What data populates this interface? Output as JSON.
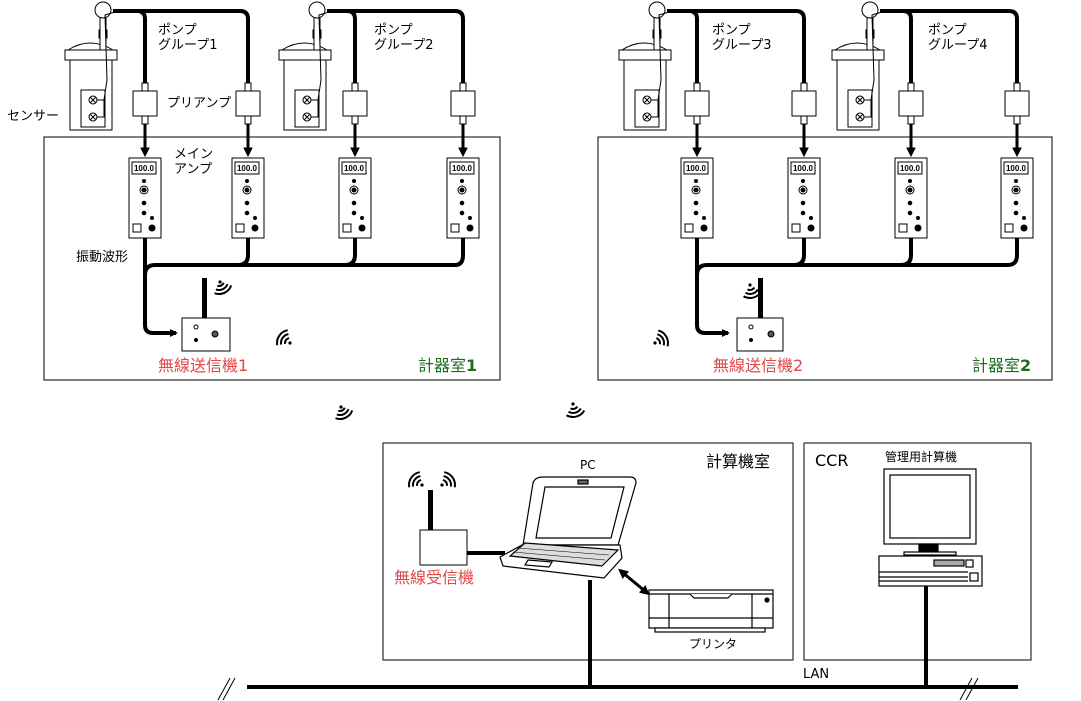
{
  "rooms": {
    "room1": {
      "label": "計器室",
      "number": "1"
    },
    "room2": {
      "label": "計器室",
      "number": "2"
    },
    "computer_room": {
      "label": "計算機室"
    },
    "ccr": {
      "label": "CCR"
    }
  },
  "pump_groups": [
    {
      "line1": "ポンプ",
      "line2": "グループ1"
    },
    {
      "line1": "ポンプ",
      "line2": "グループ2"
    },
    {
      "line1": "ポンプ",
      "line2": "グループ3"
    },
    {
      "line1": "ポンプ",
      "line2": "グループ4"
    }
  ],
  "labels": {
    "sensor": "センサー",
    "preamp": "プリアンプ",
    "main_amp_line1": "メイン",
    "main_amp_line2": "アンプ",
    "vibration_waveform": "振動波形",
    "transmitter1": "無線送信機",
    "transmitter1_num": "1",
    "transmitter2": "無線送信機",
    "transmitter2_num": "2",
    "receiver": "無線受信機",
    "pc": "PC",
    "printer": "プリンタ",
    "mgmt_computer": "管理用計算機",
    "lan": "LAN"
  },
  "amp_display_value": "100.0",
  "colors": {
    "wireless_label": "#e04848",
    "room_label": "#1e6b1e",
    "line": "#000000"
  }
}
